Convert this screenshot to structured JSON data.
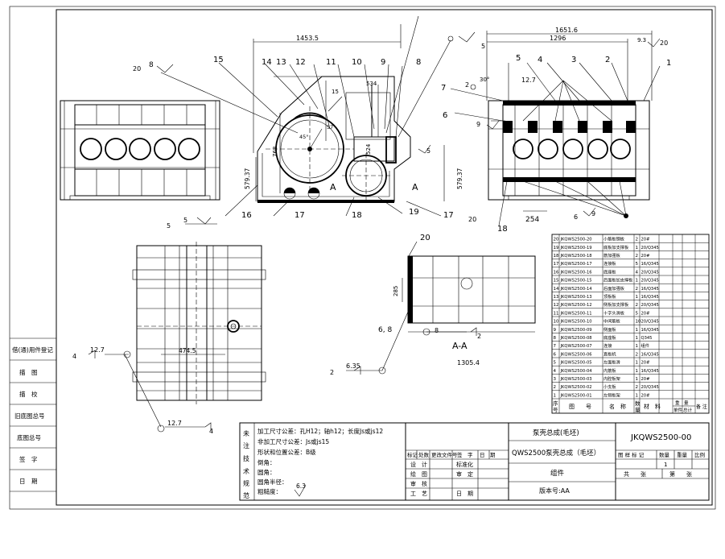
{
  "left_strip": {
    "rows": [
      "借(通)用件登记",
      "描　图",
      "描　校",
      "旧底图总号",
      "底图总号",
      "签　字",
      "日　期"
    ]
  },
  "notes": {
    "vertical_label": [
      "未",
      "注",
      "技",
      "术",
      "规",
      "范"
    ],
    "lines": [
      "加工尺寸公差：孔H12；轴h12；长度Js或js12",
      "非加工尺寸公差：Js或js15",
      "形状和位置公差：B级",
      "倒角：",
      "圆角：",
      "圆角半径：",
      "粗糙度："
    ],
    "roughness_value": "6.3"
  },
  "title_block": {
    "revision_headers": [
      "标记",
      "处数",
      "更改文件号",
      "签　字",
      "日　期"
    ],
    "sign_rows": [
      {
        "left": "设　计",
        "mid": "标准化"
      },
      {
        "left": "绘　图",
        "mid": "审　定"
      },
      {
        "left": "审　核",
        "mid": ""
      },
      {
        "left": "工　艺",
        "mid": "日　期"
      }
    ],
    "product_name": "泵壳总成(毛坯)",
    "assembly_title": "QWS2500泵壳总成（毛坯）",
    "type": "组件",
    "version": "版本号:AA",
    "drawing_no": "JKQWS2500-00",
    "stage_headers": [
      "图 样 标 记",
      "数量",
      "重量",
      "比例"
    ],
    "quantity": "1",
    "sheets": [
      "共　　张",
      "第　　张"
    ]
  },
  "bom": {
    "headers": [
      "序号",
      "图　　号",
      "名　称",
      "数量",
      "材　料",
      "单件",
      "总计",
      "备 注"
    ],
    "weight_header": "重　量",
    "rows": [
      [
        "20",
        "JKQWS2500-20",
        "小筋板钢板",
        "2",
        "20#"
      ],
      [
        "19",
        "JKQWS2500-19",
        "底板加支撑板",
        "1",
        "20/Q345"
      ],
      [
        "18",
        "JKQWS2500-18",
        "筋加强板",
        "2",
        "20#"
      ],
      [
        "17",
        "JKQWS2500-17",
        "连接板",
        "5",
        "16/Q345"
      ],
      [
        "16",
        "JKQWS2500-16",
        "底座板",
        "4",
        "20/Q345"
      ],
      [
        "15",
        "JKQWS2500-15",
        "后面板加支撑板",
        "1",
        "20/Q345"
      ],
      [
        "14",
        "JKQWS2500-14",
        "后面加强板",
        "2",
        "16/Q345"
      ],
      [
        "13",
        "JKQWS2500-13",
        "顶板板",
        "1",
        "16/Q345"
      ],
      [
        "12",
        "JKQWS2500-12",
        "侧板加支撑板",
        "2",
        "20/Q345"
      ],
      [
        "11",
        "JKQWS2500-11",
        "十字头滑板",
        "5",
        "20#"
      ],
      [
        "10",
        "JKQWS2500-10",
        "中间筋板",
        "10",
        "20/Q345"
      ],
      [
        "9",
        "JKQWS2500-09",
        "侧面板",
        "1",
        "16/Q345"
      ],
      [
        "8",
        "JKQWS2500-08",
        "底座板",
        "1",
        "Q345"
      ],
      [
        "7",
        "JKQWS2500-07",
        "连接",
        "1",
        "组件"
      ],
      [
        "6",
        "JKQWS2500-06",
        "直板机",
        "2",
        "16/Q345"
      ],
      [
        "5",
        "JKQWS2500-05",
        "左面板滑",
        "1",
        "20#"
      ],
      [
        "4",
        "JKQWS2500-04",
        "内筋板",
        "1",
        "16/Q345"
      ],
      [
        "3",
        "JKQWS2500-03",
        "内腔板架",
        "1",
        "20#"
      ],
      [
        "2",
        "JKQWS2500-02",
        "小支板",
        "2",
        "20/Q345"
      ],
      [
        "1",
        "JKQWS2500-01",
        "左侧板架",
        "1",
        "20#"
      ]
    ]
  },
  "dims": {
    "d1453": "1453.5",
    "d1651": "1651.6",
    "d1296": "1296",
    "d93": "9.3",
    "d20a": "20",
    "d8": "8",
    "d20b": "20",
    "d579a": "579.37",
    "d579b": "579.37",
    "d768": "768",
    "d254": "254",
    "d1305": "1305.4",
    "d474": "474.5",
    "d285": "285",
    "d127a": "12.7",
    "d127b": "12.7",
    "d127c": "12.7",
    "d635": "6.35",
    "d68": "6, 8",
    "d5a": "5",
    "d5b": "5",
    "d5c": "5",
    "d5d": "5",
    "d4a": "4",
    "d4b": "4",
    "d2a": "2",
    "d2b": "2",
    "d2c": "2",
    "d6": "6",
    "d9": "9",
    "d9b": "9",
    "d8b": "8",
    "d30": "30°",
    "d534": "534",
    "d15": "15",
    "d524": "524",
    "d45": "45°",
    "d57": "57",
    "d20c": "20"
  },
  "labels": {
    "section_a1": "A",
    "section_a2": "A",
    "section_aa": "A-A",
    "leaders_main": [
      "15",
      "14",
      "13",
      "12",
      "11",
      "10",
      "9",
      "8",
      "7",
      "6",
      "16",
      "17",
      "18",
      "19",
      "17"
    ],
    "leaders_right": [
      "5",
      "4",
      "3",
      "2",
      "1",
      "18"
    ],
    "leader_bottom": "20"
  }
}
